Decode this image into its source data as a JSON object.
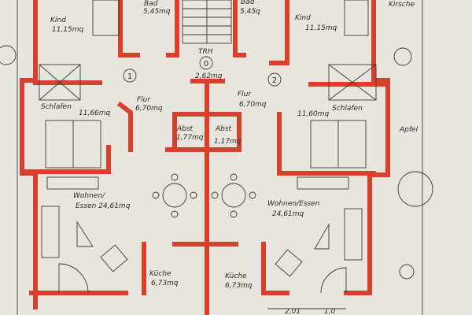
{
  "rooms": {
    "kind_left": {
      "name": "Kind",
      "area": "11,15mq"
    },
    "bad_left": {
      "name": "Bad",
      "area": "5,45mq"
    },
    "bad_right": {
      "name": "Bad",
      "area": "5,45q"
    },
    "kind_right": {
      "name": "Kind",
      "area": "11,15mq"
    },
    "trh": {
      "name": "TRH",
      "number": "0",
      "area": "2,62mq"
    },
    "flur_left": {
      "name": "Flur",
      "area": "6,70mq"
    },
    "flur_right": {
      "name": "Flur",
      "area": "6,70mq"
    },
    "schlafen_left": {
      "name": "Schlafen",
      "area": "11,66mq"
    },
    "schlafen_right": {
      "name": "Schlafen",
      "area": "11,60mq"
    },
    "abst_left": {
      "name": "Abst",
      "area": "1,77mq"
    },
    "abst_right": {
      "name": "Abst",
      "area": "1,17mq"
    },
    "wohnen_left": {
      "name": "Wohnen/",
      "name2": "Essen 24,61mq"
    },
    "wohnen_right": {
      "name": "Wohnen/Essen",
      "area": "24,61mq"
    },
    "kueche_left": {
      "name": "Küche",
      "area": "6,73mq"
    },
    "kueche_right": {
      "name": "Küche",
      "area": "6,73mq"
    }
  },
  "units": [
    "1",
    "2"
  ],
  "trees": {
    "kirsche": "Kirsche",
    "apfel": "Apfel"
  },
  "dimensions": [
    "2,01",
    "1,0"
  ],
  "colors": {
    "wall": "#d9402c",
    "paper": "#e8e5df",
    "ink": "#2b2b2b"
  }
}
